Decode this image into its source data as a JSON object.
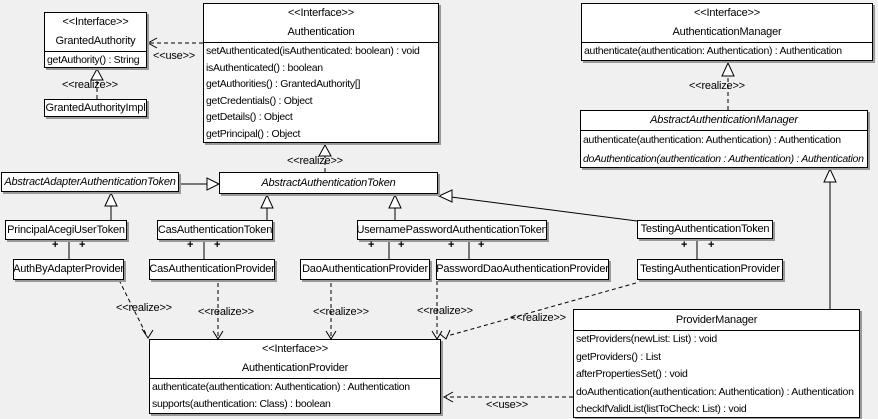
{
  "background": "#f0f0f0",
  "box_fill": "#ffffff",
  "line_color": "#000000",
  "shadow_color": "#999999",
  "labels": {
    "use": "<<use>>",
    "realize": "<<realize>>",
    "plus": "+"
  },
  "classes": {
    "granted_authority": {
      "stereotype": "<<Interface>>",
      "name": "GrantedAuthority",
      "methods": [
        "getAuthority() : String"
      ]
    },
    "granted_authority_impl": {
      "name": "GrantedAuthorityImpl"
    },
    "authentication": {
      "stereotype": "<<Interface>>",
      "name": "Authentication",
      "methods": [
        "setAuthenticated(isAuthenticated: boolean) : void",
        "isAuthenticated() : boolean",
        "getAuthorities() : GrantedAuthority[]",
        "getCredentials() : Object",
        "getDetails() : Object",
        "getPrincipal() : Object"
      ]
    },
    "authentication_manager": {
      "stereotype": "<<Interface>>",
      "name": "AuthenticationManager",
      "methods": [
        "authenticate(authentication: Authentication) : Authentication"
      ]
    },
    "abstract_authentication_manager": {
      "name": "AbstractAuthenticationManager",
      "methods": [
        "authenticate(authentication: Authentication) : Authentication",
        "doAuthentication(authentication : Authentication) : Authentication"
      ]
    },
    "abstract_adapter_authentication_token": {
      "name": "AbstractAdapterAuthenticationToken"
    },
    "abstract_authentication_token": {
      "name": "AbstractAuthenticationToken"
    },
    "principal_acegi_user_token": {
      "name": "PrincipalAcegiUserToken"
    },
    "cas_authentication_token": {
      "name": "CasAuthenticationToken"
    },
    "username_password_authentication_token": {
      "name": "UsernamePasswordAuthenticationToken"
    },
    "testing_authentication_token": {
      "name": "TestingAuthenticationToken"
    },
    "auth_by_adapter_provider": {
      "name": "AuthByAdapterProvider"
    },
    "cas_authentication_provider": {
      "name": "CasAuthenticationProvider"
    },
    "dao_authentication_provider": {
      "name": "DaoAuthenticationProvider"
    },
    "password_dao_authentication_provider": {
      "name": "PasswordDaoAuthenticationProvider"
    },
    "testing_authentication_provider": {
      "name": "TestingAuthenticationProvider"
    },
    "authentication_provider": {
      "stereotype": "<<Interface>>",
      "name": "AuthenticationProvider",
      "methods": [
        "authenticate(authentication: Authentication) : Authentication",
        "supports(authentication: Class) : boolean"
      ]
    },
    "provider_manager": {
      "name": "ProviderManager",
      "methods": [
        "setProviders(newList: List) : void",
        "getProviders() : List",
        "afterPropertiesSet() : void",
        "doAuthentication(authentication: Authentication) : Authentication",
        "checkIfValidList(listToCheck: List) : void"
      ]
    }
  }
}
